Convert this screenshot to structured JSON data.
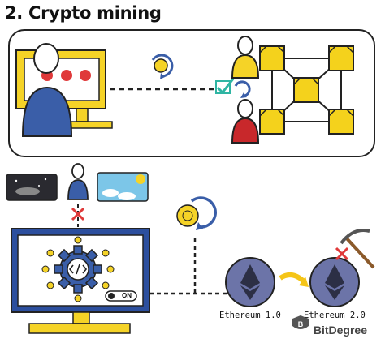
{
  "title": "2. Crypto mining",
  "toggle_label": "ON",
  "eth_labels": [
    "Ethereum 1.0",
    "Ethereum 2.0"
  ],
  "brand": "BitDegree",
  "colors": {
    "blue_figure": "#3a5ea8",
    "yellow_figure": "#f5d327",
    "red_figure": "#c8282b",
    "screen_frame": "#2c4f9e",
    "cube_yellow": "#f4d21c",
    "eth_coin": "#6c74a8",
    "check_teal": "#2fb5a3",
    "cross_red": "#e03a3a"
  },
  "icons": [
    "miner-computer-icon",
    "coin-cycle-icon",
    "verified-check-icon",
    "blockchain-icon",
    "night-sky-icon",
    "day-sky-icon",
    "gear-code-icon",
    "ethereum-coin-icon",
    "pickaxe-icon",
    "bitdegree-logo-icon"
  ]
}
